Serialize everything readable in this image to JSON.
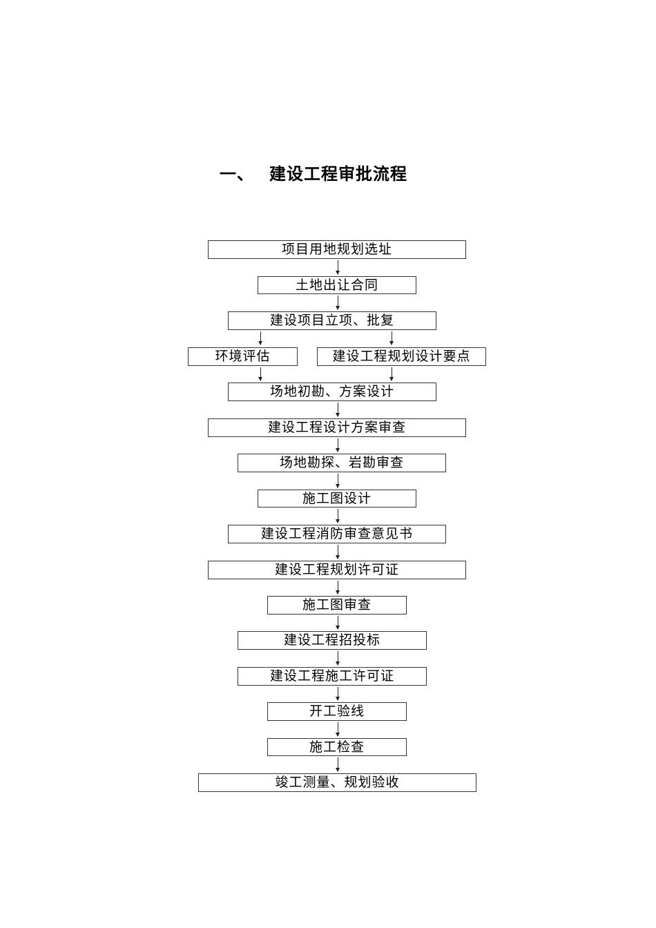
{
  "title": {
    "number": "一、",
    "text": "建设工程审批流程"
  },
  "steps": [
    {
      "id": "s1",
      "label": "项目用地规划选址"
    },
    {
      "id": "s2",
      "label": "土地出让合同"
    },
    {
      "id": "s3",
      "label": "建设项目立项、批复"
    },
    {
      "id": "s4a",
      "label": "环境评估"
    },
    {
      "id": "s4b",
      "label": "建设工程规划设计要点"
    },
    {
      "id": "s5",
      "label": "场地初勘、方案设计"
    },
    {
      "id": "s6",
      "label": "建设工程设计方案审查"
    },
    {
      "id": "s7",
      "label": "场地勘探、岩勘审查"
    },
    {
      "id": "s8",
      "label": "施工图设计"
    },
    {
      "id": "s9",
      "label": "建设工程消防审查意见书"
    },
    {
      "id": "s10",
      "label": "建设工程规划许可证"
    },
    {
      "id": "s11",
      "label": "施工图审查"
    },
    {
      "id": "s12",
      "label": "建设工程招投标"
    },
    {
      "id": "s13",
      "label": "建设工程施工许可证"
    },
    {
      "id": "s14",
      "label": "开工验线"
    },
    {
      "id": "s15",
      "label": "施工检查"
    },
    {
      "id": "s16",
      "label": "竣工测量、规划验收"
    }
  ],
  "edges": [
    [
      "s1",
      "s2"
    ],
    [
      "s2",
      "s3"
    ],
    [
      "s3",
      "s4a"
    ],
    [
      "s3",
      "s4b"
    ],
    [
      "s4a",
      "s5"
    ],
    [
      "s4b",
      "s5"
    ],
    [
      "s5",
      "s6"
    ],
    [
      "s6",
      "s7"
    ],
    [
      "s7",
      "s8"
    ],
    [
      "s8",
      "s9"
    ],
    [
      "s9",
      "s10"
    ],
    [
      "s10",
      "s11"
    ],
    [
      "s11",
      "s12"
    ],
    [
      "s12",
      "s13"
    ],
    [
      "s13",
      "s14"
    ],
    [
      "s14",
      "s15"
    ],
    [
      "s15",
      "s16"
    ]
  ]
}
